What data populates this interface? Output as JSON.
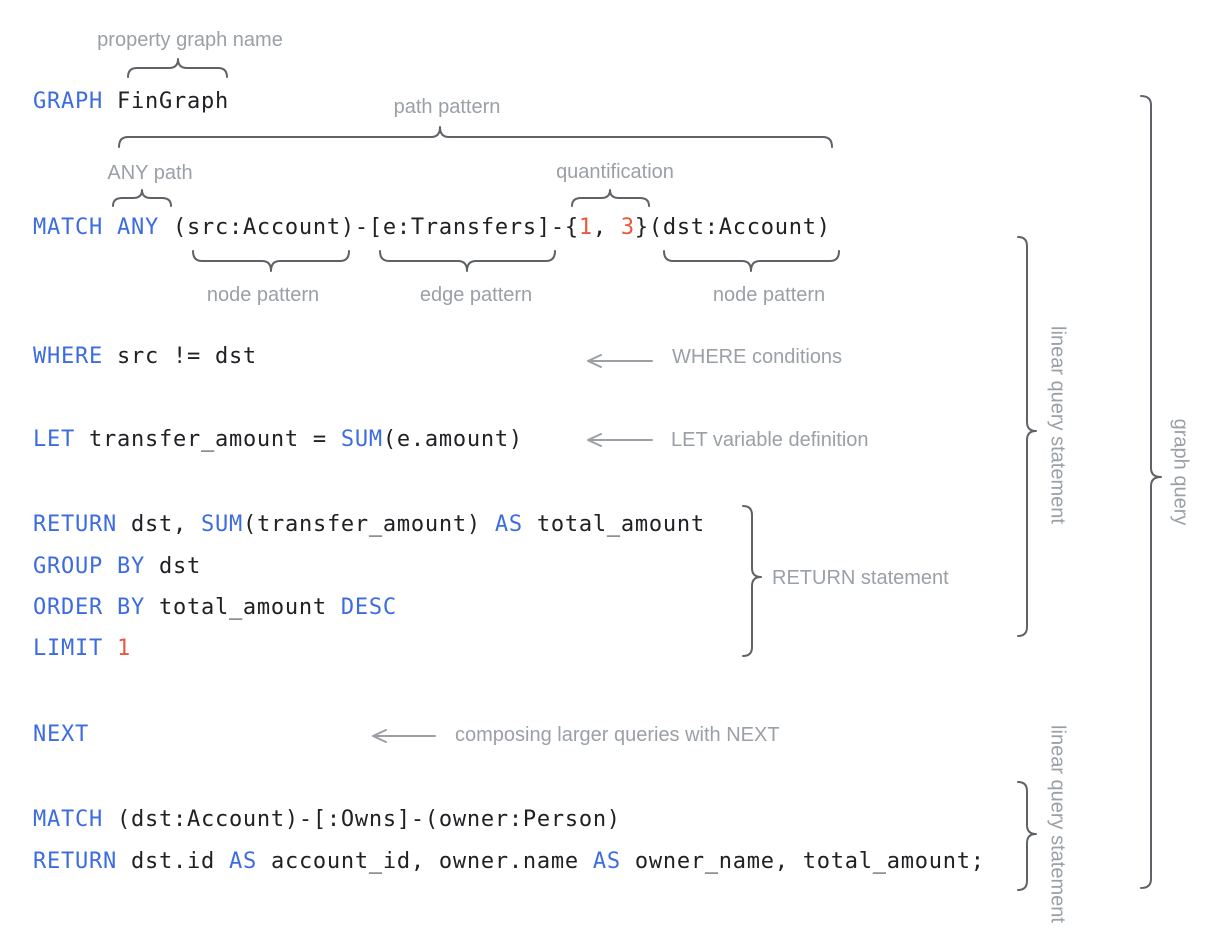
{
  "palette": {
    "keyword_blue": "#3c6ce0",
    "number_orange": "#e8593f",
    "code_black": "#202124",
    "annotation_gray": "#9aa0a6",
    "brace_gray": "#5f6368",
    "background": "#ffffff"
  },
  "code": {
    "lines": [
      {
        "name": "graph-clause",
        "tokens": [
          {
            "text": "GRAPH",
            "type": "kw"
          },
          {
            "text": " FinGraph",
            "type": "plain"
          }
        ]
      },
      {
        "name": "match-clause",
        "tokens": [
          {
            "text": "MATCH ANY",
            "type": "kw"
          },
          {
            "text": " (src:Account)-[e:Transfers]-{",
            "type": "plain"
          },
          {
            "text": "1",
            "type": "num"
          },
          {
            "text": ", ",
            "type": "plain"
          },
          {
            "text": "3",
            "type": "num"
          },
          {
            "text": "}(dst:Account)",
            "type": "plain"
          }
        ]
      },
      {
        "name": "where-clause",
        "tokens": [
          {
            "text": "WHERE",
            "type": "kw"
          },
          {
            "text": " src != dst",
            "type": "plain"
          }
        ]
      },
      {
        "name": "let-clause",
        "tokens": [
          {
            "text": "LET",
            "type": "kw"
          },
          {
            "text": " transfer_amount = ",
            "type": "plain"
          },
          {
            "text": "SUM",
            "type": "kw"
          },
          {
            "text": "(e.amount)",
            "type": "plain"
          }
        ]
      },
      {
        "name": "return-clause",
        "tokens": [
          {
            "text": "RETURN",
            "type": "kw"
          },
          {
            "text": " dst, ",
            "type": "plain"
          },
          {
            "text": "SUM",
            "type": "kw"
          },
          {
            "text": "(transfer_amount) ",
            "type": "plain"
          },
          {
            "text": "AS",
            "type": "kw"
          },
          {
            "text": " total_amount",
            "type": "plain"
          }
        ]
      },
      {
        "name": "group-by-clause",
        "tokens": [
          {
            "text": "GROUP BY",
            "type": "kw"
          },
          {
            "text": " dst",
            "type": "plain"
          }
        ]
      },
      {
        "name": "order-by-clause",
        "tokens": [
          {
            "text": "ORDER BY",
            "type": "kw"
          },
          {
            "text": " total_amount ",
            "type": "plain"
          },
          {
            "text": "DESC",
            "type": "kw"
          }
        ]
      },
      {
        "name": "limit-clause",
        "tokens": [
          {
            "text": "LIMIT",
            "type": "kw"
          },
          {
            "text": " ",
            "type": "plain"
          },
          {
            "text": "1",
            "type": "num"
          }
        ]
      },
      {
        "name": "next-clause",
        "tokens": [
          {
            "text": "NEXT",
            "type": "kw"
          }
        ]
      },
      {
        "name": "match-clause-2",
        "tokens": [
          {
            "text": "MATCH",
            "type": "kw"
          },
          {
            "text": " (dst:Account)-[:Owns]-(owner:Person)",
            "type": "plain"
          }
        ]
      },
      {
        "name": "return-clause-2",
        "tokens": [
          {
            "text": "RETURN",
            "type": "kw"
          },
          {
            "text": " dst.id ",
            "type": "plain"
          },
          {
            "text": "AS",
            "type": "kw"
          },
          {
            "text": " account_id, owner.name ",
            "type": "plain"
          },
          {
            "text": "AS",
            "type": "kw"
          },
          {
            "text": " owner_name, total_amount;",
            "type": "plain"
          }
        ]
      }
    ]
  },
  "annotations": {
    "property_graph_name": "property graph name",
    "path_pattern": "path pattern",
    "any_path": "ANY path",
    "quantification": "quantification",
    "node_pattern_1": "node pattern",
    "edge_pattern": "edge pattern",
    "node_pattern_2": "node pattern",
    "where_conditions": "WHERE conditions",
    "let_variable_definition": "LET variable definition",
    "return_statement": "RETURN statement",
    "composing_next": "composing larger queries with NEXT",
    "linear_query_statement_1": "linear query statement",
    "graph_query": "graph query",
    "linear_query_statement_2": "linear query statement"
  }
}
